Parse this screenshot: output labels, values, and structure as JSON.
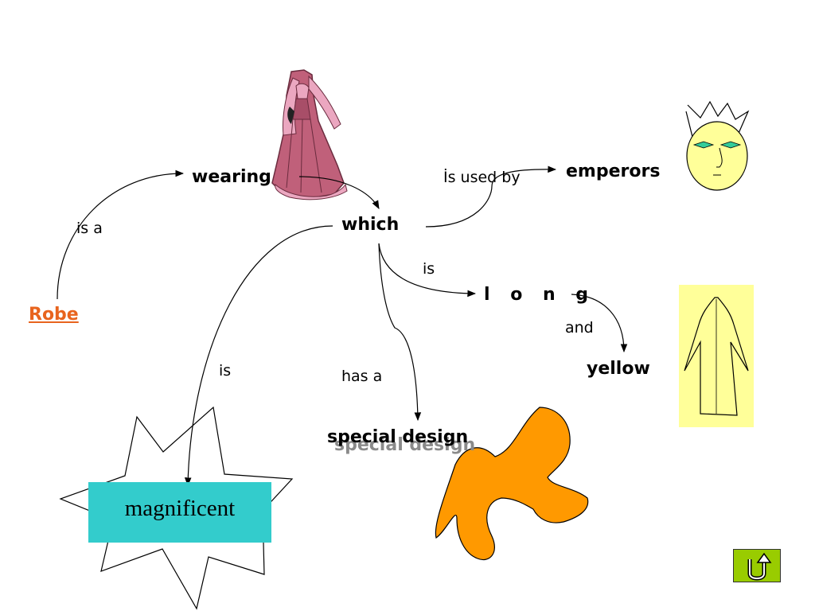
{
  "concepts": {
    "robe": "Robe",
    "wearing": "wearing",
    "which": "which",
    "emperors": "emperors",
    "long": "l o n g",
    "yellow": "yellow",
    "special_design": "special design",
    "magnificent": "magnificent"
  },
  "links": {
    "is_a": "is a",
    "is_used_by": "İs used by",
    "is_long": "is",
    "and": "and",
    "is_magnificent": "is",
    "has_a": "has a"
  },
  "colors": {
    "robe_link": "#e8641e",
    "magnificent_box": "#33cccc",
    "blob": "#ff9900",
    "face": "#ffff99",
    "yellow_robe_bg": "#ffff99",
    "dress": "#c0607a",
    "return_button": "#99cc00"
  },
  "icons": [
    "dress-icon",
    "emperor-face-icon",
    "long-robe-icon",
    "star-burst-shape",
    "orange-blob-shape",
    "return-arrow-icon"
  ]
}
